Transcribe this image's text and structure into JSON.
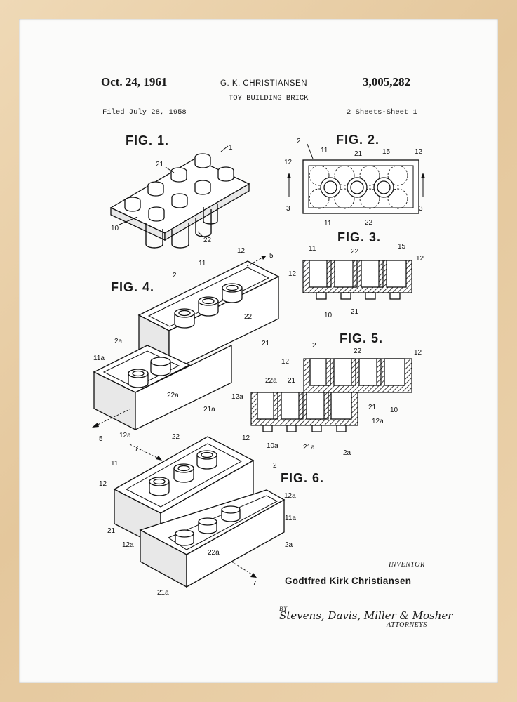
{
  "patent": {
    "date": "Oct. 24, 1961",
    "inventor_header": "G. K. CHRISTIANSEN",
    "number": "3,005,282",
    "title": "TOY BUILDING BRICK",
    "filed": "Filed July 28, 1958",
    "sheets": "2 Sheets-Sheet 1"
  },
  "figures": {
    "fig1": "FIG. 1.",
    "fig2": "FIG. 2.",
    "fig3": "FIG. 3.",
    "fig4": "FIG. 4.",
    "fig5": "FIG. 5.",
    "fig6": "FIG. 6."
  },
  "refs": {
    "r1": "1",
    "r2": "2",
    "r2a": "2a",
    "r3": "3",
    "r5": "5",
    "r7": "7",
    "r10": "10",
    "r10a": "10a",
    "r11": "11",
    "r11a": "11a",
    "r12": "12",
    "r12a": "12a",
    "r15": "15",
    "r21": "21",
    "r21a": "21a",
    "r22": "22",
    "r22a": "22a"
  },
  "signature": {
    "inventor_label": "INVENTOR",
    "inventor_name": "Godtfred Kirk Christiansen",
    "by": "BY",
    "attorneys_sig": "Stevens, Davis, Miller & Mosher",
    "attorneys": "ATTORNEYS"
  },
  "colors": {
    "frame": "#e4c79c",
    "paper": "#fbfbfa",
    "ink": "#111111"
  }
}
